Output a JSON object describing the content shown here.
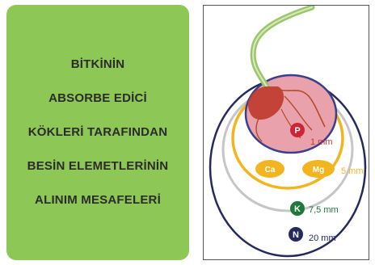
{
  "title_lines": [
    "BİTKİNİN",
    "ABSORBE EDİCİ",
    "KÖKLERİ TARAFINDAN",
    "BESİN ELEMETLERİNİN",
    "ALINIM MESAFELERİ"
  ],
  "figure": {
    "nutrients": {
      "P": {
        "symbol": "P",
        "distance": "1 mm",
        "color": "#d02435"
      },
      "Ca": {
        "symbol": "Ca",
        "color": "#f2b51f"
      },
      "Mg": {
        "symbol": "Mg",
        "color": "#f2b51f"
      },
      "ca_mg_distance": "5 mm",
      "K": {
        "symbol": "K",
        "distance": "7,5 mm",
        "color": "#1f7a3a"
      },
      "N": {
        "symbol": "N",
        "distance": "20 mm",
        "color": "#252a5e"
      }
    },
    "colors": {
      "ring_1mm": "#e89aa4",
      "ring_5mm": "#f2b51f",
      "ring_7_5mm": "#bdbdbd",
      "ring_20mm": "#252a5e",
      "stem": "#9bc66b",
      "root": "#c0392b"
    }
  }
}
